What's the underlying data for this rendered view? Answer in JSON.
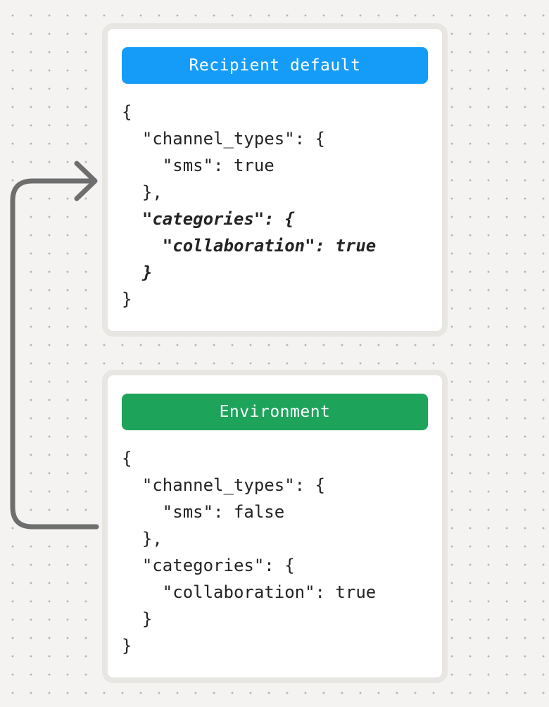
{
  "canvas": {
    "background_color": "#f4f3f1",
    "dot_color": "#b8b6b3"
  },
  "arrow": {
    "description": "curved arrow from Environment card looping left and up to point at Recipient default card",
    "color": "#6e6e6e"
  },
  "cards": [
    {
      "id": "recipient-default",
      "title": "Recipient default",
      "header_color": "#149cf8",
      "code_lines": [
        {
          "text": "{",
          "style": "regular"
        },
        {
          "text": "  \"channel_types\": {",
          "style": "regular"
        },
        {
          "text": "    \"sms\": true",
          "style": "regular"
        },
        {
          "text": "  },",
          "style": "regular"
        },
        {
          "text": "  \"categories\": {",
          "style": "emphasis"
        },
        {
          "text": "    \"collaboration\": true",
          "style": "emphasis"
        },
        {
          "text": "  }",
          "style": "emphasis"
        },
        {
          "text": "}",
          "style": "regular"
        }
      ]
    },
    {
      "id": "environment",
      "title": "Environment",
      "header_color": "#1ea35b",
      "code_lines": [
        {
          "text": "{",
          "style": "regular"
        },
        {
          "text": "  \"channel_types\": {",
          "style": "regular"
        },
        {
          "text": "    \"sms\": false",
          "style": "regular"
        },
        {
          "text": "  },",
          "style": "regular"
        },
        {
          "text": "  \"categories\": {",
          "style": "regular"
        },
        {
          "text": "    \"collaboration\": true",
          "style": "regular"
        },
        {
          "text": "  }",
          "style": "regular"
        },
        {
          "text": "}",
          "style": "regular"
        }
      ]
    }
  ]
}
